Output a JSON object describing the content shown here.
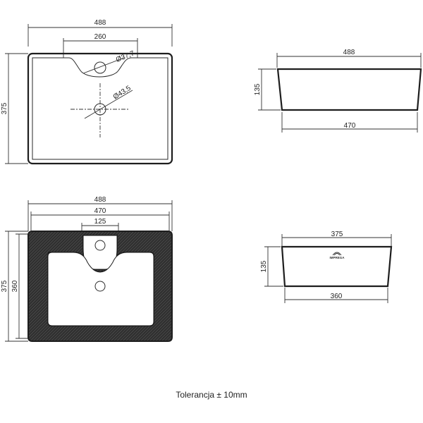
{
  "top_view": {
    "width_outer": "488",
    "tap_area_width": "260",
    "tap_hole_diameter": "Ø37,7",
    "drain_diameter": "Ø43,5",
    "height": "375"
  },
  "side_view_long": {
    "top_width": "488",
    "height": "135",
    "bottom_width": "470"
  },
  "section_view": {
    "width_outer": "488",
    "width_inner": "470",
    "tap_recess_width": "125",
    "height_outer": "375",
    "height_inner": "360"
  },
  "side_view_short": {
    "top_width": "375",
    "height": "135",
    "bottom_width": "360",
    "logo_text": "IMPREGA"
  },
  "footer": {
    "tolerance": "Tolerancja ± 10mm"
  },
  "colors": {
    "line": "#2a2a2a",
    "hatch_fill": "#3a3a3a"
  }
}
